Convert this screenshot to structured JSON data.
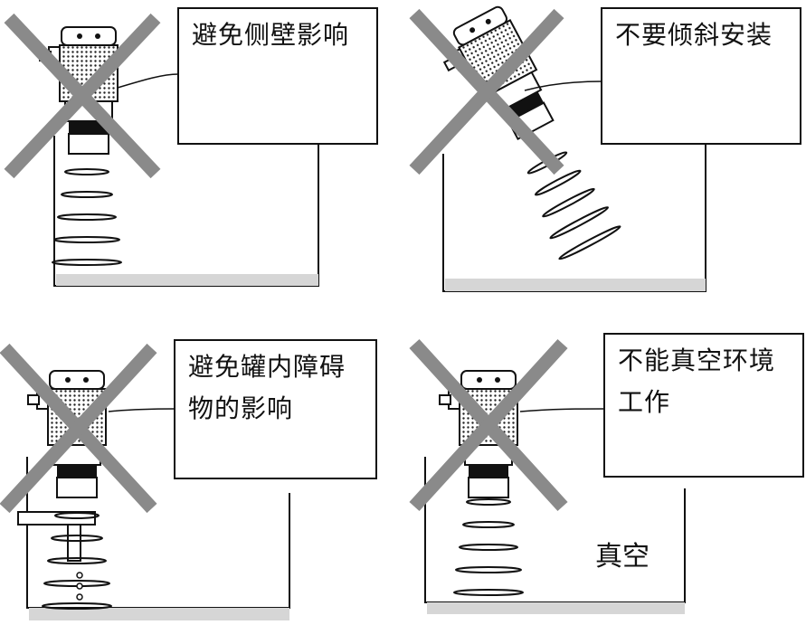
{
  "panels": [
    {
      "id": "side-wall",
      "lines": [
        "避免侧壁影响"
      ]
    },
    {
      "id": "tilt",
      "lines": [
        "不要倾斜安装"
      ]
    },
    {
      "id": "obstacle",
      "lines": [
        "避免罐内障碍",
        "物的影响"
      ]
    },
    {
      "id": "vacuum",
      "lines": [
        "不能真空环境",
        "工作"
      ],
      "inner_label": "真空"
    }
  ],
  "colors": {
    "cross": "#8a8a8a",
    "line": "#111111",
    "floor": "#d6d6d6"
  }
}
